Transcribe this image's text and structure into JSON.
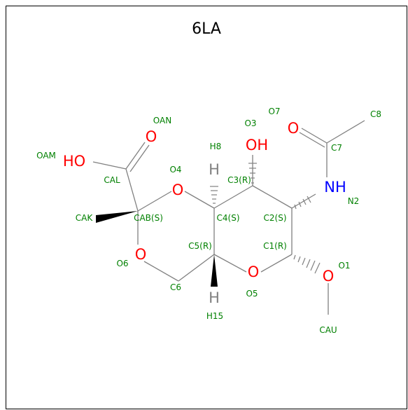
{
  "title": "6LA",
  "colors": {
    "bond": "#808080",
    "oxygen": "#ff0000",
    "nitrogen": "#0000ff",
    "atom_name": "#008000",
    "hydrogen": "#808080",
    "wedge": "#000000"
  },
  "heavy_atoms": {
    "O_ring4": "O",
    "O_ring6": "O",
    "O_ring5": "O",
    "O_methoxy": "O",
    "O_carbonyl_acid": "O",
    "OH_acid": "HO",
    "OH_c3": "OH",
    "O_acetyl": "O",
    "N_amide": "NH",
    "H8": "H",
    "H15": "H"
  },
  "atom_names": {
    "OAN": "OAN",
    "OAM": "OAM",
    "CAL": "CAL",
    "O4": "O4",
    "H8": "H8",
    "O3": "O3",
    "C3": "C3(R)",
    "O7": "O7",
    "C8": "C8",
    "C7": "C7",
    "N2": "N2",
    "CAK": "CAK",
    "CAB": "CAB(S)",
    "C4": "C4(S)",
    "C2": "C2(S)",
    "C5": "C5(R)",
    "C1": "C1(R)",
    "O6": "O6",
    "O1": "O1",
    "C6": "C6",
    "O5": "O5",
    "H15": "H15",
    "CAU": "CAU"
  }
}
